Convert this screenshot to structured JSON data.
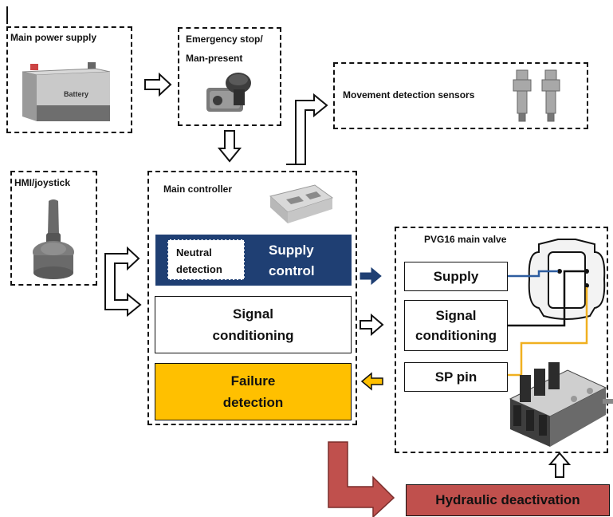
{
  "power": {
    "title": "Main power supply",
    "battery_label": "Battery"
  },
  "estop": {
    "title_line1": "Emergency stop/",
    "title_line2": "Man-present"
  },
  "sensors": {
    "title": "Movement detection sensors"
  },
  "hmi": {
    "title": "HMI/joystick"
  },
  "controller": {
    "title": "Main controller",
    "neutral_line1": "Neutral",
    "neutral_line2": "detection",
    "supply_line1": "Supply",
    "supply_line2": "control",
    "signal_line1": "Signal",
    "signal_line2": "conditioning",
    "failure_line1": "Failure",
    "failure_line2": "detection"
  },
  "valve": {
    "title": "PVG16 main valve",
    "supply": "Supply",
    "signal_line1": "Signal",
    "signal_line2": "conditioning",
    "sp_pin": "SP pin"
  },
  "hydraulic": {
    "label": "Hydraulic  deactivation"
  },
  "colors": {
    "supply_blue": "#1f3f73",
    "failure_orange": "#ffc000",
    "hydraulic_red": "#c0504d"
  }
}
